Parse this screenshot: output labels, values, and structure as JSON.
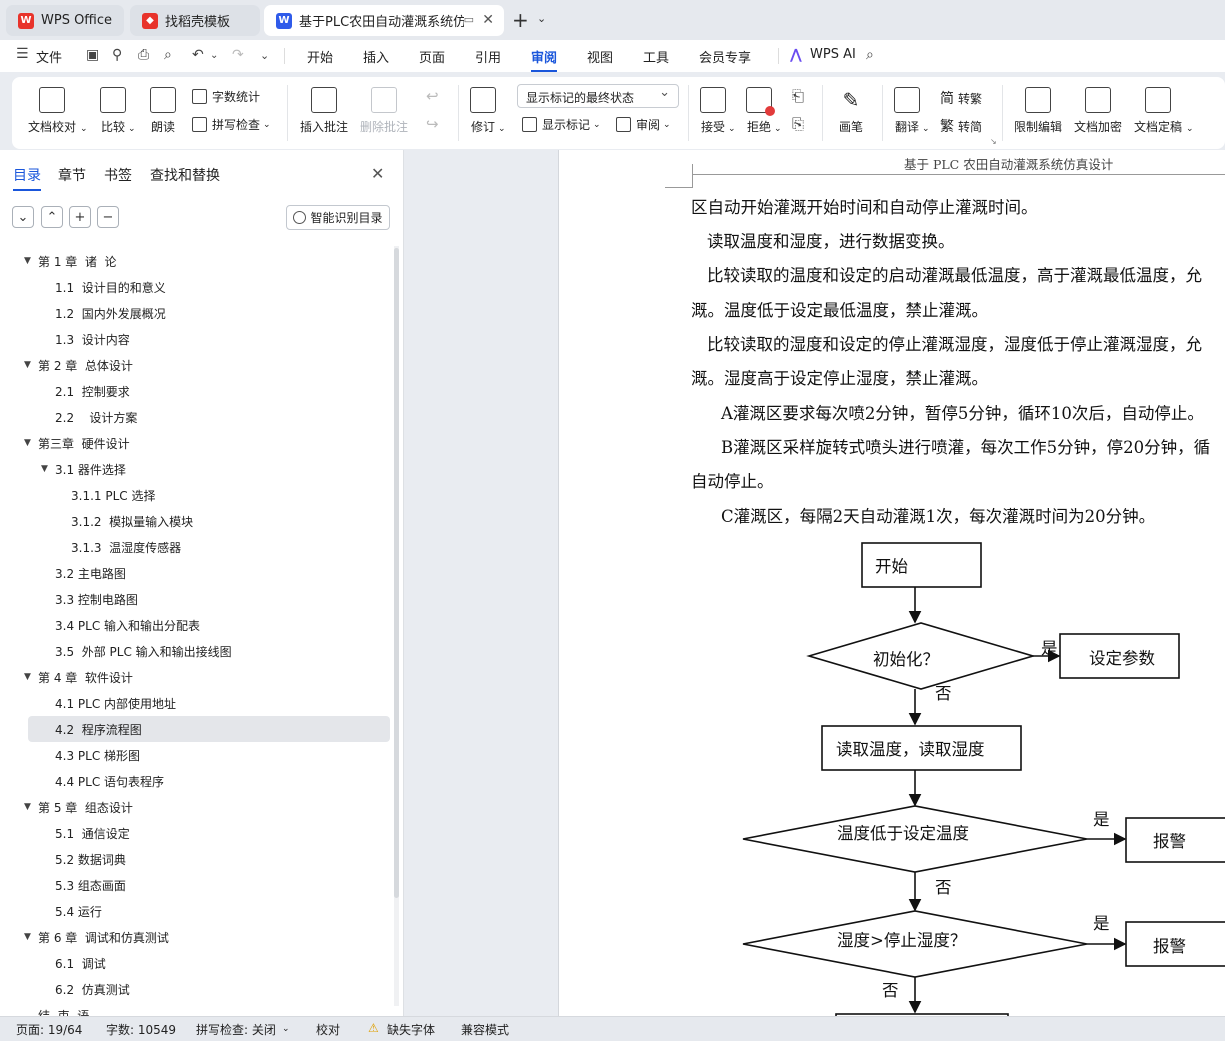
{
  "tabs": [
    {
      "label": "WPS Office",
      "active": false
    },
    {
      "label": "找稻壳模板",
      "active": false
    },
    {
      "label": "基于PLC农田自动灌溉系统仿真",
      "active": true
    }
  ],
  "menu": {
    "file": "文件",
    "items": [
      "开始",
      "插入",
      "页面",
      "引用",
      "审阅",
      "视图",
      "工具",
      "会员专享"
    ],
    "active": "审阅",
    "ai": "WPS AI"
  },
  "ribbon": {
    "doc_check": "文档校对",
    "compare": "比较",
    "read_aloud": "朗读",
    "word_count": "字数统计",
    "spell_check": "拼写检查",
    "insert_comment": "插入批注",
    "delete_comment": "删除批注",
    "revise": "修订",
    "track_state": "显示标记的最终状态",
    "show_markup": "显示标记",
    "review": "审阅",
    "accept": "接受",
    "reject": "拒绝",
    "pen": "画笔",
    "translate": "翻译",
    "to_traditional": "转繁",
    "to_simplified": "转简",
    "restrict_edit": "限制编辑",
    "encrypt": "文档加密",
    "finalize": "文档定稿"
  },
  "nav": {
    "tabs": [
      "目录",
      "章节",
      "书签",
      "查找和替换"
    ],
    "active_tab": "目录",
    "smart_toc": "智能识别目录",
    "toc": [
      {
        "label": "第 1 章  诸  论",
        "level": 1,
        "expanded": true
      },
      {
        "label": "1.1  设计目的和意义",
        "level": 2
      },
      {
        "label": "1.2  国内外发展概况",
        "level": 2
      },
      {
        "label": "1.3  设计内容",
        "level": 2
      },
      {
        "label": "第 2 章  总体设计",
        "level": 1,
        "expanded": true
      },
      {
        "label": "2.1  控制要求",
        "level": 2
      },
      {
        "label": "2.2    设计方案",
        "level": 2
      },
      {
        "label": "第三章  硬件设计",
        "level": 1,
        "expanded": true
      },
      {
        "label": "3.1 器件选择",
        "level": 2,
        "expanded": true
      },
      {
        "label": "3.1.1 PLC 选择",
        "level": 3
      },
      {
        "label": "3.1.2  模拟量输入模块",
        "level": 3
      },
      {
        "label": "3.1.3  温湿度传感器",
        "level": 3
      },
      {
        "label": "3.2 主电路图",
        "level": 2
      },
      {
        "label": "3.3 控制电路图",
        "level": 2
      },
      {
        "label": "3.4 PLC 输入和输出分配表",
        "level": 2
      },
      {
        "label": "3.5  外部 PLC 输入和输出接线图",
        "level": 2
      },
      {
        "label": "第 4 章  软件设计",
        "level": 1,
        "expanded": true
      },
      {
        "label": "4.1 PLC 内部使用地址",
        "level": 2
      },
      {
        "label": "4.2  程序流程图",
        "level": 2,
        "selected": true
      },
      {
        "label": "4.3 PLC 梯形图",
        "level": 2
      },
      {
        "label": "4.4 PLC 语句表程序",
        "level": 2
      },
      {
        "label": "第 5 章  组态设计",
        "level": 1,
        "expanded": true
      },
      {
        "label": "5.1  通信设定",
        "level": 2
      },
      {
        "label": "5.2 数据词典",
        "level": 2
      },
      {
        "label": "5.3 组态画面",
        "level": 2
      },
      {
        "label": "5.4 运行",
        "level": 2
      },
      {
        "label": "第 6 章  调试和仿真测试",
        "level": 1,
        "expanded": true
      },
      {
        "label": "6.1  调试",
        "level": 2
      },
      {
        "label": "6.2  仿真测试",
        "level": 2
      },
      {
        "label": "结  束  语",
        "level": 1
      }
    ]
  },
  "document": {
    "running_header": "基于 PLC 农田自动灌溉系统仿真设计",
    "paragraphs": [
      "区自动开始灌溉开始时间和自动停止灌溉时间。",
      "读取温度和湿度，进行数据变换。",
      "比较读取的温度和设定的启动灌溉最低温度，高于灌溉最低温度，允",
      "溉。温度低于设定最低温度，禁止灌溉。",
      "比较读取的湿度和设定的停止灌溉湿度，湿度低于停止灌溉湿度，允",
      "溉。湿度高于设定停止湿度，禁止灌溉。",
      "A灌溉区要求每次喷2分钟，暂停5分钟，循环10次后，自动停止。",
      "B灌溉区采样旋转式喷头进行喷灌，每次工作5分钟，停20分钟，循",
      "自动停止。",
      "C灌溉区，每隔2天自动灌溉1次，每次灌溉时间为20分钟。"
    ],
    "flowchart": {
      "start": "开始",
      "init_q": "初始化？",
      "set_params": "设定参数",
      "read": "读取温度，读取湿度",
      "temp_q": "温度低于设定温度",
      "hum_q": "湿度>停止湿度？",
      "alarm": "报警",
      "yes": "是",
      "no": "否"
    }
  },
  "status": {
    "page": "页面: 19/64",
    "words": "字数: 10549",
    "spell": "拼写检查: 关闭",
    "proof": "校对",
    "missing_font": "缺失字体",
    "compat": "兼容模式"
  }
}
